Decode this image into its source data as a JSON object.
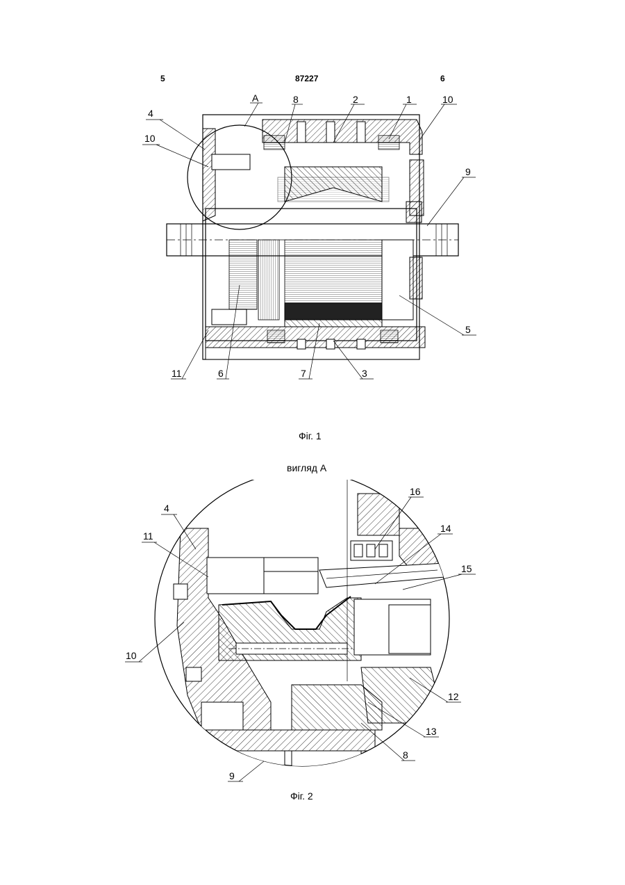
{
  "header": {
    "page_left": "5",
    "patent_number": "87227",
    "page_right": "6"
  },
  "figure1": {
    "caption": "Фіг. 1",
    "view_marker": "A",
    "labels": {
      "l1": "1",
      "l2": "2",
      "l3": "3",
      "l4": "4",
      "l5": "5",
      "l6": "6",
      "l7": "7",
      "l8": "8",
      "l9": "9",
      "l10a": "10",
      "l10b": "10",
      "l11": "11"
    }
  },
  "figure2": {
    "title": "вигляд А",
    "caption": "Фіг. 2",
    "labels": {
      "l4": "4",
      "l8": "8",
      "l9": "9",
      "l10": "10",
      "l11": "11",
      "l12": "12",
      "l13": "13",
      "l14": "14",
      "l15": "15",
      "l16": "16"
    }
  }
}
